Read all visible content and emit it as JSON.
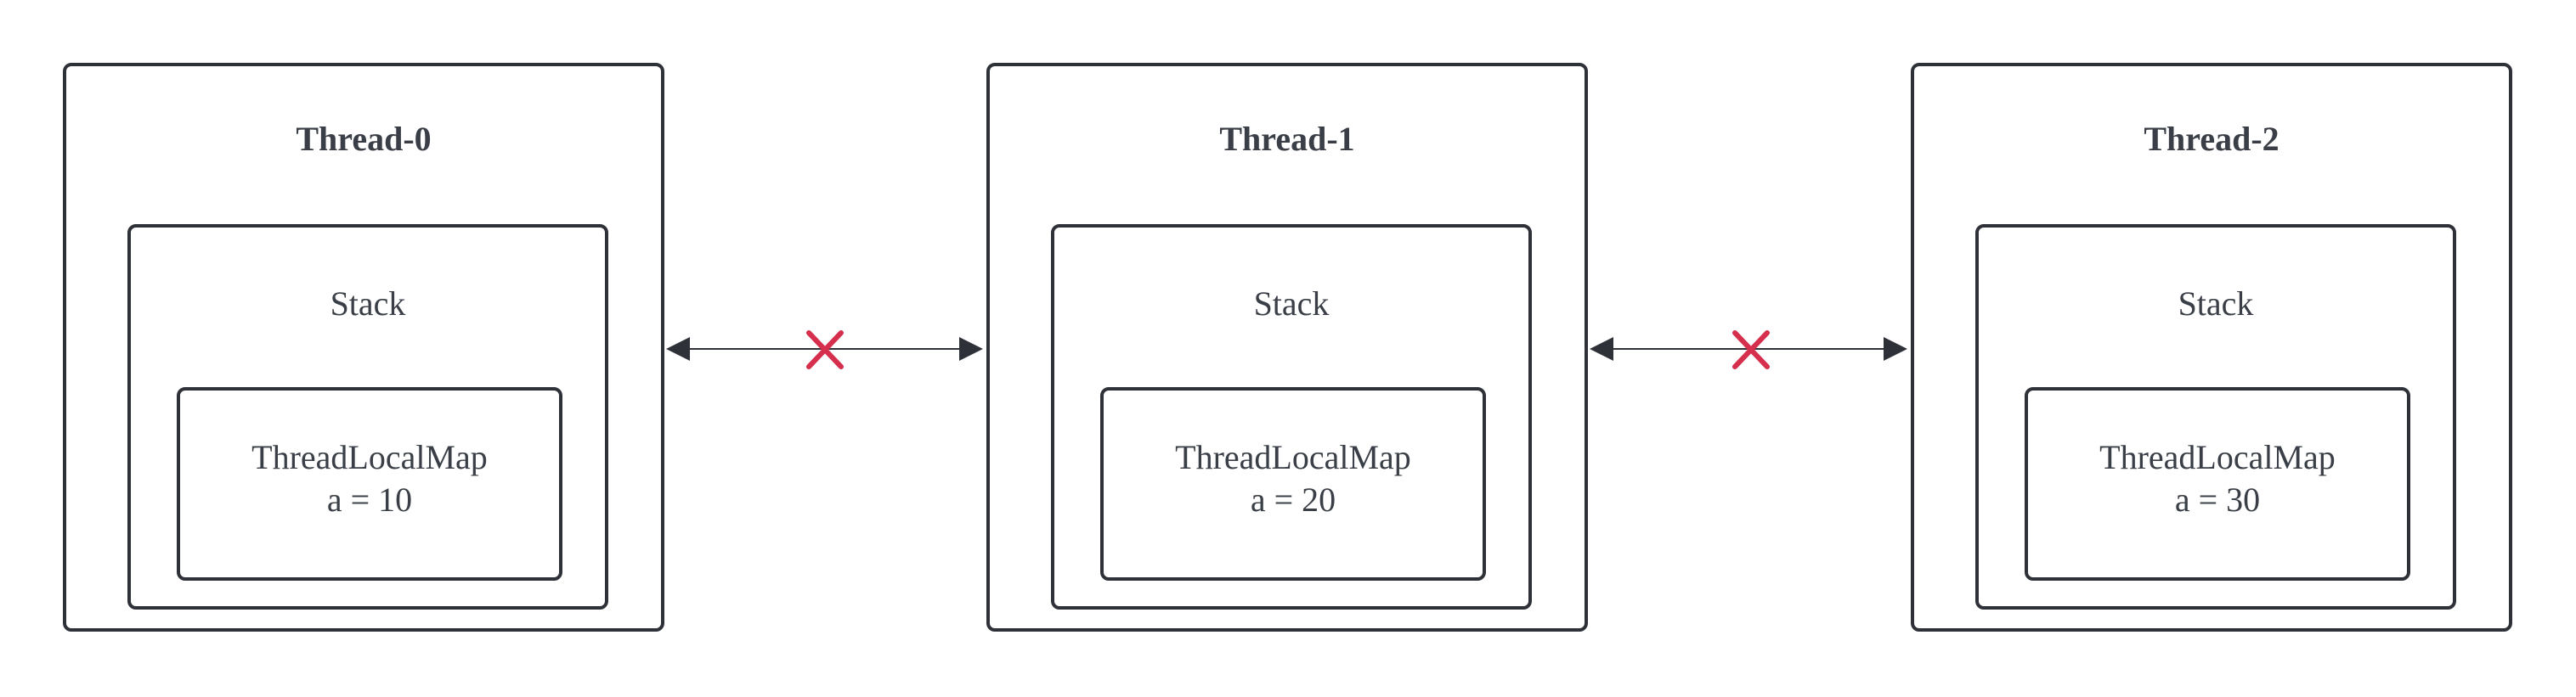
{
  "colors": {
    "stroke": "#2e3238",
    "text": "#3a3f47",
    "blocked": "#d62e4d"
  },
  "threads": [
    {
      "title": "Thread-0",
      "stack_label": "Stack",
      "map_label": "ThreadLocalMap",
      "value": "a = 10"
    },
    {
      "title": "Thread-1",
      "stack_label": "Stack",
      "map_label": "ThreadLocalMap",
      "value": "a = 20"
    },
    {
      "title": "Thread-2",
      "stack_label": "Stack",
      "map_label": "ThreadLocalMap",
      "value": "a = 30"
    }
  ],
  "connections": [
    {
      "from": "Thread-0",
      "to": "Thread-1",
      "type": "bidirectional",
      "blocked": true,
      "icon": "x-mark-icon"
    },
    {
      "from": "Thread-1",
      "to": "Thread-2",
      "type": "bidirectional",
      "blocked": true,
      "icon": "x-mark-icon"
    }
  ]
}
